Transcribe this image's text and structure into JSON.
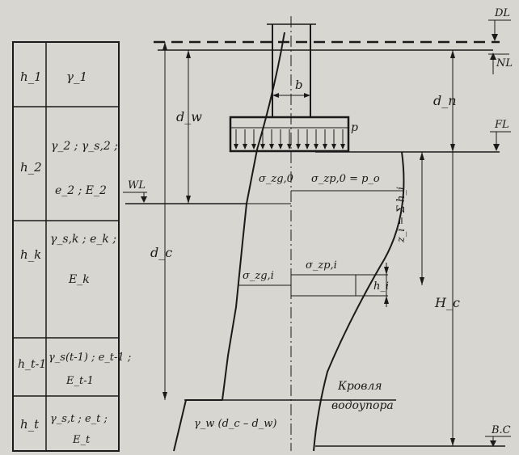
{
  "levels": {
    "dl": "DL",
    "nl": "NL",
    "fl": "FL",
    "wl": "WL",
    "bc": "B.C"
  },
  "dimensions": {
    "dw": "d_w",
    "dc": "d_c",
    "dn": "d_n",
    "hc": "H_c",
    "zi": "z_i = Σ h_i",
    "hi": "h_i",
    "b": "b"
  },
  "labels": {
    "p": "p",
    "szg0": "σ_zg,0",
    "szp0": "σ_zp,0 = p_o",
    "szpi": "σ_zp,i",
    "szgi": "σ_zg,i",
    "gamma_w": "γ_w (d_c – d_w)",
    "roof_line1": "Кровля",
    "roof_line2": "водоупора"
  },
  "layers": [
    {
      "h": "h_1",
      "props": [
        "γ_1"
      ]
    },
    {
      "h": "h_2",
      "props": [
        "γ_2 ; γ_s,2 ;",
        "e_2 ; E_2"
      ]
    },
    {
      "h": "h_k",
      "props": [
        "γ_s,k ; e_k ;",
        "E_k"
      ]
    },
    {
      "h": "h_t-1",
      "props": [
        "γ_s(t-1) ; e_t-1 ;",
        "E_t-1"
      ]
    },
    {
      "h": "h_t",
      "props": [
        "γ_s,t ; e_t ;",
        "E_t"
      ]
    }
  ]
}
